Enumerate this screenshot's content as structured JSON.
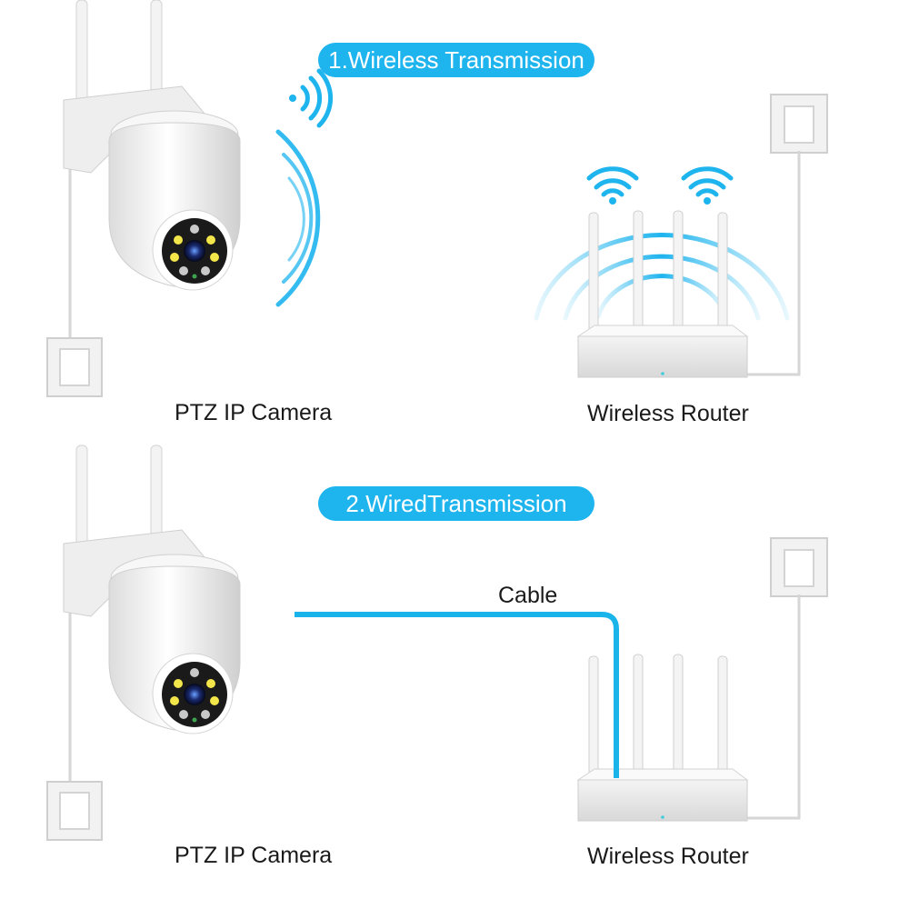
{
  "panels": [
    {
      "title": "1.Wireless Transmission",
      "camera_label": "PTZ IP Camera",
      "router_label": "Wireless Router"
    },
    {
      "title": "2.WiredTransmission",
      "camera_label": "PTZ IP Camera",
      "router_label": "Wireless Router",
      "cable_label": "Cable"
    }
  ],
  "colors": {
    "accent": "#1eb4ee",
    "cable": "#19b5ea",
    "border": "#9a9a9a"
  },
  "icons": [
    "wifi-signal-icon",
    "wifi-icon",
    "camera-illustration",
    "router-illustration",
    "wall-socket-icon"
  ]
}
